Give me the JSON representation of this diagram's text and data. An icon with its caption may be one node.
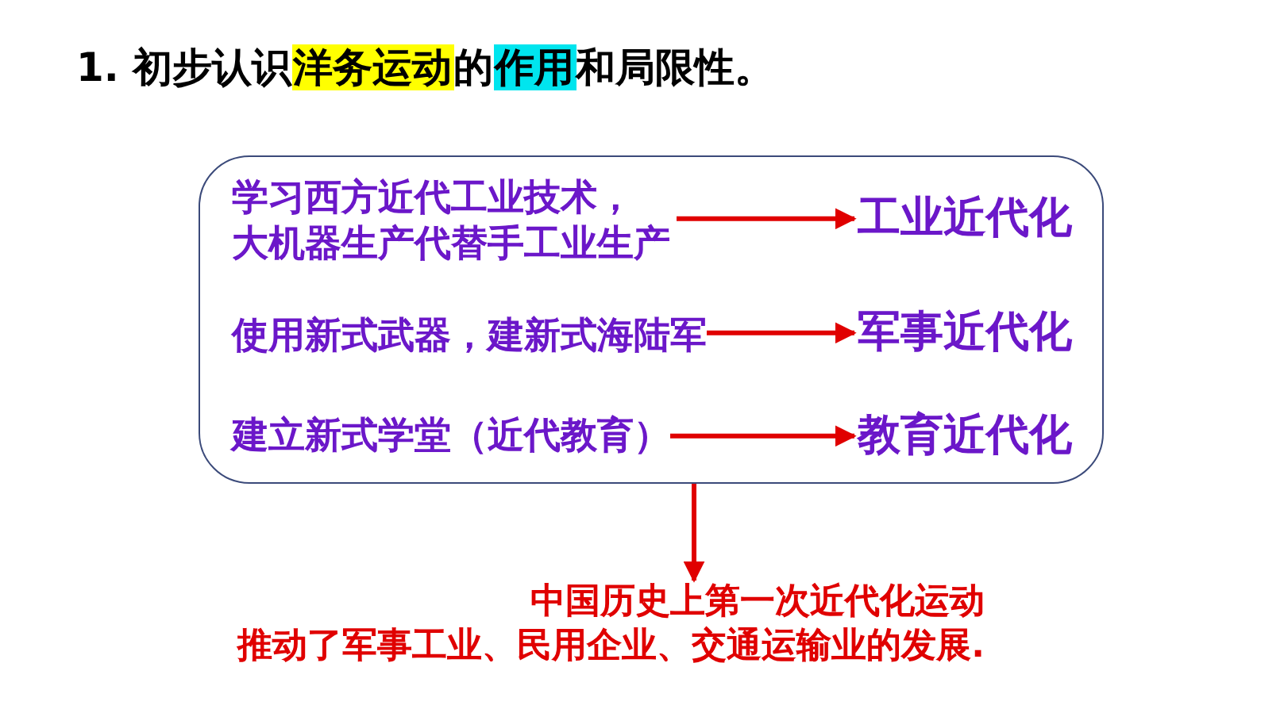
{
  "diagram": {
    "title": "1. 初步认识洋务运动的作用和局限性。",
    "nodes": [
      {
        "text": [],
        "shape": "box"
      },
      {
        "text": [
          "学习西方近代工业技术，大机器生产代替手工业生产"
        ],
        "in": 0
      },
      {
        "text": [
          "工业近代化"
        ],
        "in": 0
      },
      {
        "text": [
          "使用新式武器，建新式海陆军"
        ],
        "in": 0
      },
      {
        "text": [
          "军事近代化"
        ],
        "in": 0
      },
      {
        "text": [
          "建立新式学堂（近代教育）"
        ],
        "in": 0
      },
      {
        "text": [
          "教育近代化"
        ],
        "in": 0
      },
      {
        "text": [
          "中国历史上第一次近代化运动",
          "推动了军事工业、民用企业、交通运输业的发展."
        ]
      }
    ],
    "edges": [
      {
        "from": 1,
        "to": 2,
        "arrow": "to"
      },
      {
        "from": 3,
        "to": 4,
        "arrow": "to"
      },
      {
        "from": 5,
        "to": 6,
        "arrow": "to"
      },
      {
        "from": 0,
        "to": 7,
        "arrow": "to"
      }
    ]
  }
}
